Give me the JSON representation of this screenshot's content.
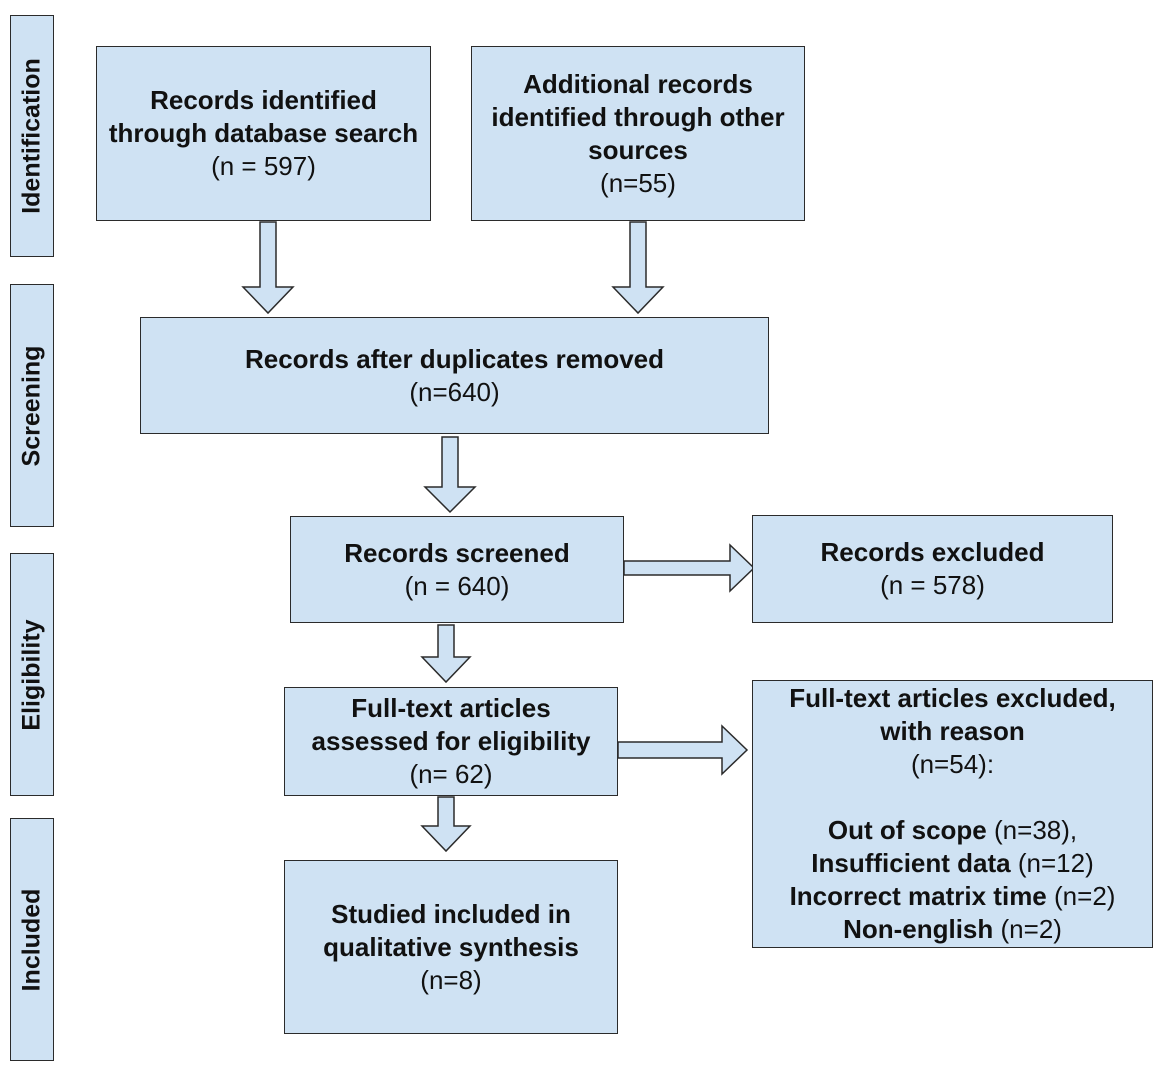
{
  "stages": {
    "identification": "Identification",
    "screening": "Screening",
    "eligibility": "Eligibility",
    "included": "Included"
  },
  "boxes": {
    "database_search": {
      "title": "Records identified through database search",
      "count": "(n = 597)"
    },
    "other_sources": {
      "title": "Additional records identified through other sources",
      "count": "(n=55)"
    },
    "duplicates_removed": {
      "title": "Records after duplicates removed",
      "count": "(n=640)"
    },
    "screened": {
      "title": "Records screened",
      "count": "(n = 640)"
    },
    "excluded": {
      "title": "Records excluded",
      "count": "(n = 578)"
    },
    "fulltext_assessed": {
      "title": "Full-text articles assessed for eligibility",
      "count": "(n= 62)"
    },
    "fulltext_excluded": {
      "title": "Full-text articles excluded, with reason",
      "count": "(n=54):",
      "reasons": [
        {
          "label": "Out of scope",
          "count": "(n=38),"
        },
        {
          "label": "Insufficient data",
          "count": "(n=12)"
        },
        {
          "label": "Incorrect matrix time",
          "count": "(n=2)"
        },
        {
          "label": "Non-english",
          "count": "(n=2)"
        }
      ]
    },
    "included_synthesis": {
      "title": "Studied included in qualitative synthesis",
      "count": "(n=8)"
    }
  },
  "colors": {
    "box_fill": "#cfe2f3",
    "border": "#2b2b2b"
  },
  "icons": {
    "arrow": "block-arrow-icon"
  }
}
